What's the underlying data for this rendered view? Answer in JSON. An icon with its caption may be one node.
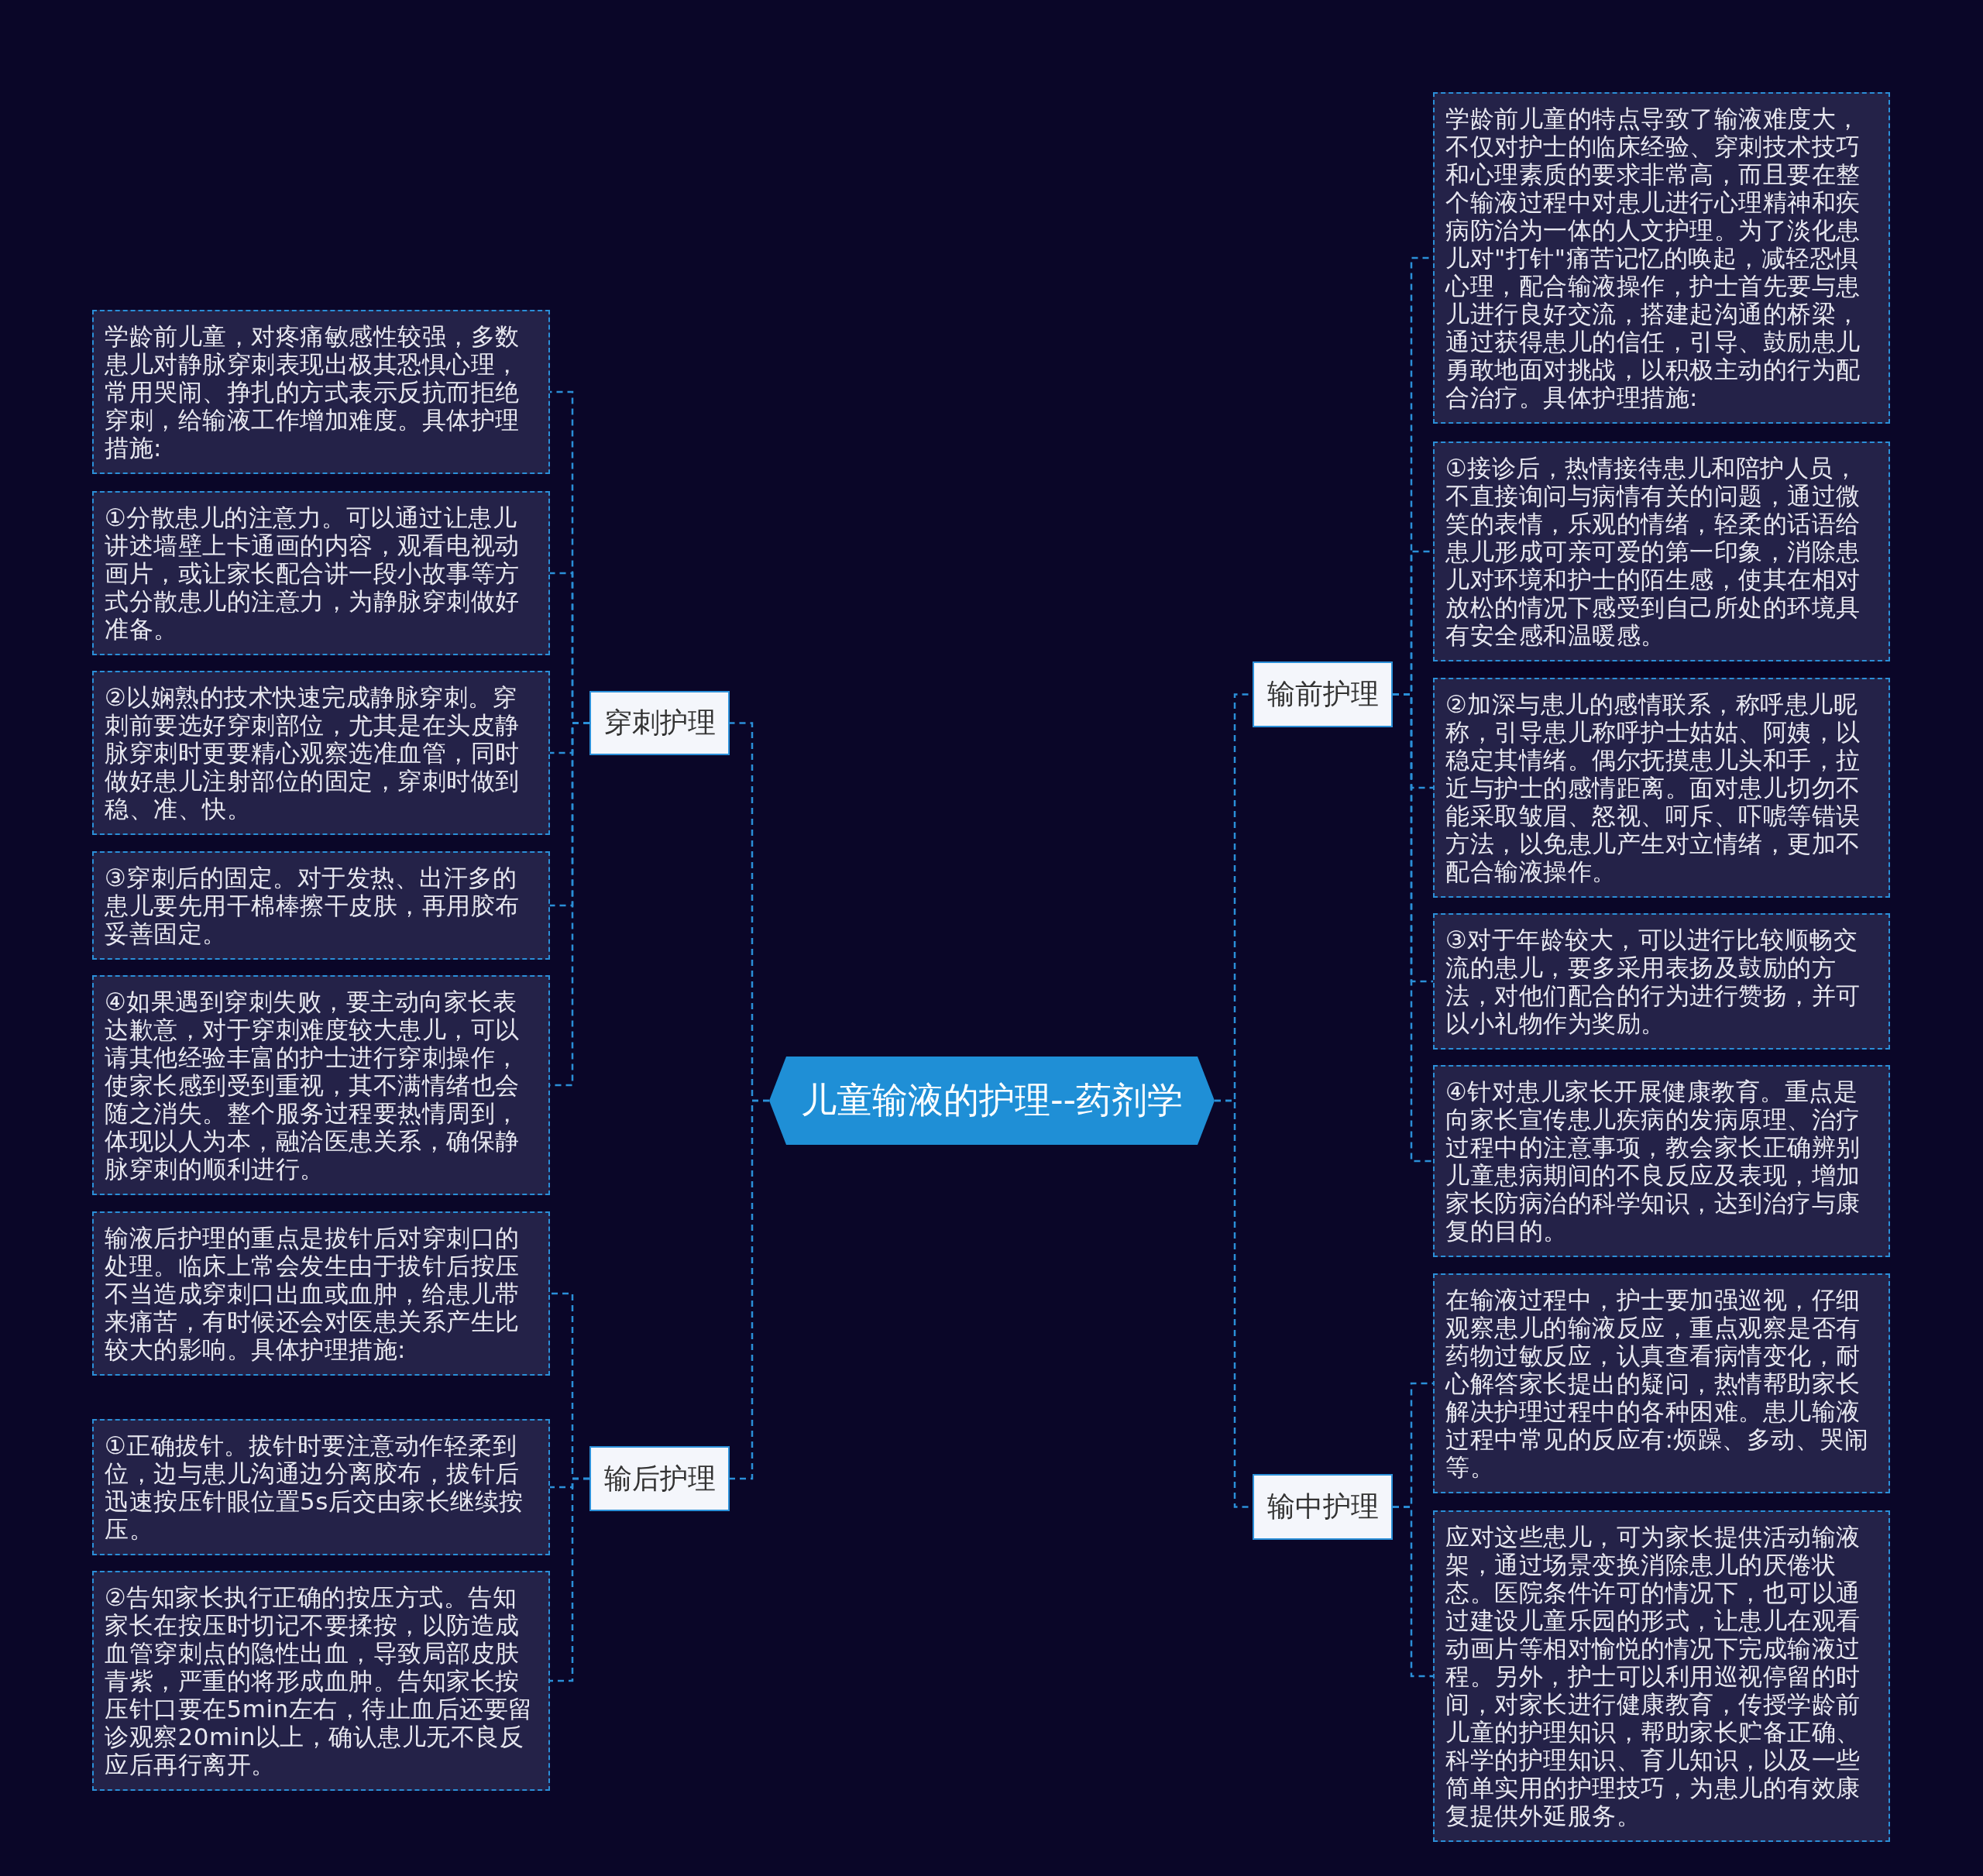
{
  "diagram": {
    "nodes": [
      {
        "text": [
          "儿童输液的护理--药剂学"
        ]
      },
      {
        "text": [
          "穿刺护理"
        ]
      },
      {
        "text": [
          "学龄前儿童，对疼痛敏感性较强，多数患儿对静脉穿刺表现出极其恐惧心理，常用哭闹、挣扎的方式表示反抗而拒绝穿刺，给输液工作增加难度。具体护理措施:"
        ]
      },
      {
        "text": [
          "①分散患儿的注意力。可以通过让患儿讲述墙壁上卡通画的内容，观看电视动画片，或让家长配合讲一段小故事等方式分散患儿的注意力，为静脉穿刺做好准备。"
        ]
      },
      {
        "text": [
          "②以娴熟的技术快速完成静脉穿刺。穿刺前要选好穿刺部位，尤其是在头皮静脉穿刺时更要精心观察选准血管，同时做好患儿注射部位的固定，穿刺时做到稳、准、快。"
        ]
      },
      {
        "text": [
          "③穿刺后的固定。对于发热、出汗多的患儿要先用干棉棒擦干皮肤，再用胶布妥善固定。"
        ]
      },
      {
        "text": [
          "④如果遇到穿刺失败，要主动向家长表达歉意，对于穿刺难度较大患儿，可以请其他经验丰富的护士进行穿刺操作，使家长感到受到重视，其不满情绪也会随之消失。整个服务过程要热情周到，体现以人为本，融洽医患关系，确保静脉穿刺的顺利进行。"
        ]
      },
      {
        "text": [
          "输后护理"
        ]
      },
      {
        "text": [
          "输液后护理的重点是拔针后对穿刺口的处理。临床上常会发生由于拔针后按压不当造成穿刺口出血或血肿，给患儿带来痛苦，有时候还会对医患关系产生比较大的影响。具体护理措施:"
        ]
      },
      {
        "text": [
          "①正确拔针。拔针时要注意动作轻柔到位，边与患儿沟通边分离胶布，拔针后迅速按压针眼位置5s后交由家长继续按压。"
        ]
      },
      {
        "text": [
          "②告知家长执行正确的按压方式。告知家长在按压时切记不要揉按，以防造成血管穿刺点的隐性出血，导致局部皮肤青紫，严重的将形成血肿。告知家长按压针口要在5min左右，待止血后还要留诊观察20min以上，确认患儿无不良反应后再行离开。"
        ]
      },
      {
        "text": [
          "输前护理"
        ]
      },
      {
        "text": [
          "学龄前儿童的特点导致了输液难度大，不仅对护士的临床经验、穿刺技术技巧和心理素质的要求非常高，而且要在整个输液过程中对患儿进行心理精神和疾病防治为一体的人文护理。为了淡化患儿对\"打针\"痛苦记忆的唤起，减轻恐惧心理，配合输液操作，护士首先要与患儿进行良好交流，搭建起沟通的桥梁，通过获得患儿的信任，引导、鼓励患儿勇敢地面对挑战，以积极主动的行为配合治疗。具体护理措施:"
        ]
      },
      {
        "text": [
          "①接诊后，热情接待患儿和陪护人员，不直接询问与病情有关的问题，通过微笑的表情，乐观的情绪，轻柔的话语给患儿形成可亲可爱的第一印象，消除患儿对环境和护士的陌生感，使其在相对放松的情况下感受到自己所处的环境具有安全感和温暖感。"
        ]
      },
      {
        "text": [
          "②加深与患儿的感情联系，称呼患儿昵称，引导患儿称呼护士姑姑、阿姨，以稳定其情绪。偶尔抚摸患儿头和手，拉近与护士的感情距离。面对患儿切勿不能采取皱眉、怒视、呵斥、吓唬等错误方法，以免患儿产生对立情绪，更加不配合输液操作。"
        ]
      },
      {
        "text": [
          "③对于年龄较大，可以进行比较顺畅交流的患儿，要多采用表扬及鼓励的方法，对他们配合的行为进行赞扬，并可以小礼物作为奖励。"
        ]
      },
      {
        "text": [
          "④针对患儿家长开展健康教育。重点是向家长宣传患儿疾病的发病原理、治疗过程中的注意事项，教会家长正确辨别儿童患病期间的不良反应及表现，增加家长防病治的科学知识，达到治疗与康复的目的。"
        ]
      },
      {
        "text": [
          "输中护理"
        ]
      },
      {
        "text": [
          "在输液过程中，护士要加强巡视，仔细观察患儿的输液反应，重点观察是否有药物过敏反应，认真查看病情变化，耐心解答家长提出的疑问，热情帮助家长解决护理过程中的各种困难。患儿输液过程中常见的反应有:烦躁、多动、哭闹等。"
        ]
      },
      {
        "text": [
          "应对这些患儿，可为家长提供活动输液架，通过场景变换消除患儿的厌倦状态。医院条件许可的情况下，也可以通过建设儿童乐园的形式，让患儿在观看动画片等相对愉悦的情况下完成输液过程。另外，护士可以利用巡视停留的时间，对家长进行健康教育，传授学龄前儿童的护理知识，帮助家长贮备正确、科学的护理知识、育儿知识，以及一些简单实用的护理技巧，为患儿的有效康复提供外延服务。"
        ]
      }
    ],
    "edges": [
      {
        "from": 0,
        "to": 1,
        "arrow": "none"
      },
      {
        "from": 0,
        "to": 7,
        "arrow": "none"
      },
      {
        "from": 0,
        "to": 11,
        "arrow": "none"
      },
      {
        "from": 0,
        "to": 17,
        "arrow": "none"
      },
      {
        "from": 1,
        "to": 2,
        "arrow": "none"
      },
      {
        "from": 1,
        "to": 3,
        "arrow": "none"
      },
      {
        "from": 1,
        "to": 4,
        "arrow": "none"
      },
      {
        "from": 1,
        "to": 5,
        "arrow": "none"
      },
      {
        "from": 1,
        "to": 6,
        "arrow": "none"
      },
      {
        "from": 7,
        "to": 8,
        "arrow": "none"
      },
      {
        "from": 7,
        "to": 9,
        "arrow": "none"
      },
      {
        "from": 7,
        "to": 10,
        "arrow": "none"
      },
      {
        "from": 11,
        "to": 12,
        "arrow": "none"
      },
      {
        "from": 11,
        "to": 13,
        "arrow": "none"
      },
      {
        "from": 11,
        "to": 14,
        "arrow": "none"
      },
      {
        "from": 11,
        "to": 15,
        "arrow": "none"
      },
      {
        "from": 11,
        "to": 16,
        "arrow": "none"
      },
      {
        "from": 17,
        "to": 18,
        "arrow": "none"
      },
      {
        "from": 17,
        "to": 19,
        "arrow": "none"
      }
    ]
  }
}
